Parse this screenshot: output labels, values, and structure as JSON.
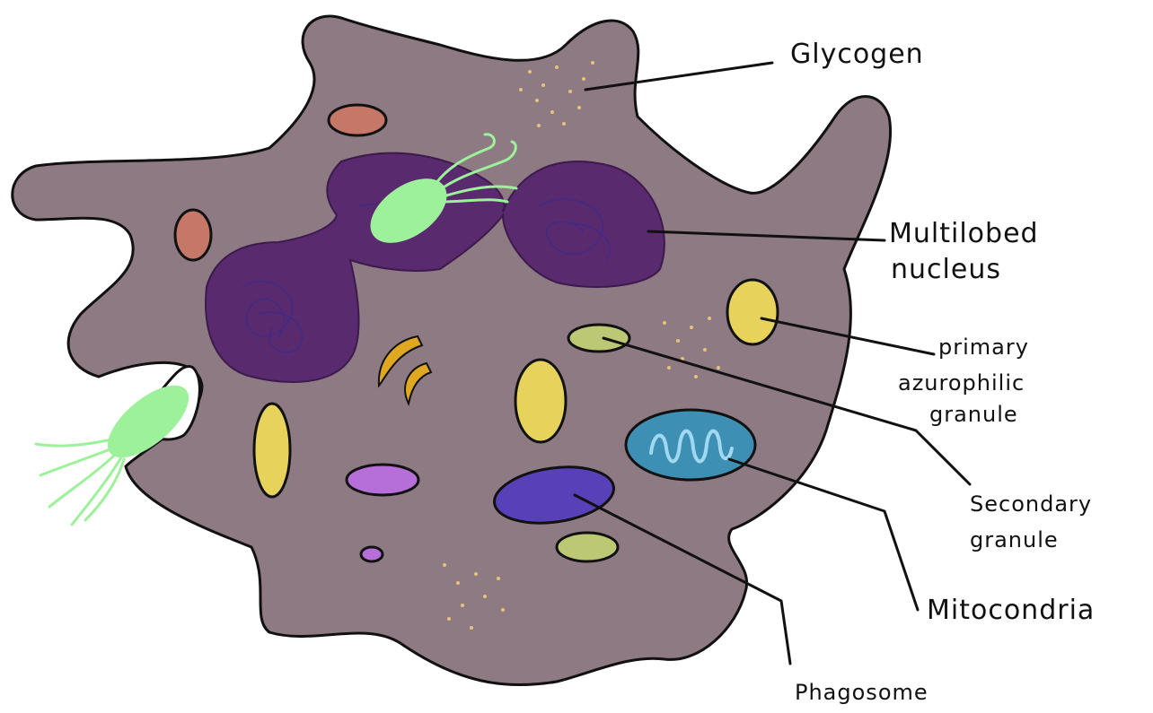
{
  "labels": {
    "glycogen": "Glycogen",
    "nucleus_line1": "Multilobed",
    "nucleus_line2": "nucleus",
    "primary_line1": "primary",
    "primary_line2": "azurophilic",
    "primary_line3": "granule",
    "secondary_line1": "Secondary",
    "secondary_line2": "granule",
    "mitochondria": "Mitocondria",
    "phagosome": "Phagosome"
  },
  "colors": {
    "cytoplasm": "#8e7a82",
    "nucleus": "#5a2a6e",
    "bacteria": "#9df19b",
    "primary_granule": "#e7d35c",
    "secondary_granule": "#bcc874",
    "mitochondrion": "#3d8fb3",
    "mitochondrion_crista": "#9fd8f0",
    "phagosome": "#5740b8",
    "vesicle_pink": "#c67868",
    "vesicle_violet": "#b66ed8",
    "glycogen": "#e8c27a",
    "centriole": "#e0a820"
  }
}
